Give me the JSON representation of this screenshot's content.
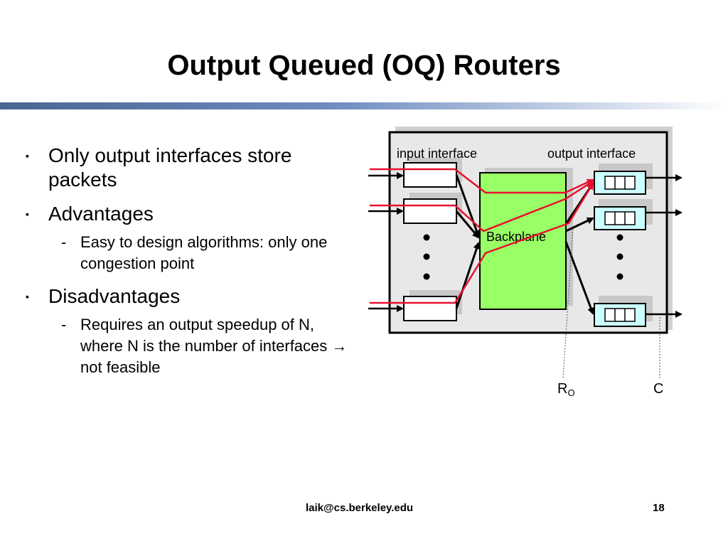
{
  "slide": {
    "title": "Output Queued (OQ) Routers",
    "bullets": [
      {
        "text": "Only output interfaces store packets",
        "subs": []
      },
      {
        "text": "Advantages",
        "subs": [
          "Easy to design algorithms: only one congestion point"
        ]
      },
      {
        "text": "Disadvantages",
        "subs": [
          "Requires an output speedup of N, where N is the number of interfaces → not feasible"
        ]
      }
    ],
    "bullet_marker": "▪",
    "sub_marker": "-",
    "footer": {
      "email": "laik@cs.berkeley.edu",
      "page": "18"
    }
  },
  "diagram": {
    "input_label": "input interface",
    "output_label": "output interface",
    "backplane_label": "Backplane",
    "ro_label": "R",
    "ro_sub": "O",
    "c_label": "C",
    "colors": {
      "backplane": "#99ff66",
      "queue": "#ccffff",
      "path": "#e8112d",
      "panel": "#e8e8e8"
    }
  }
}
